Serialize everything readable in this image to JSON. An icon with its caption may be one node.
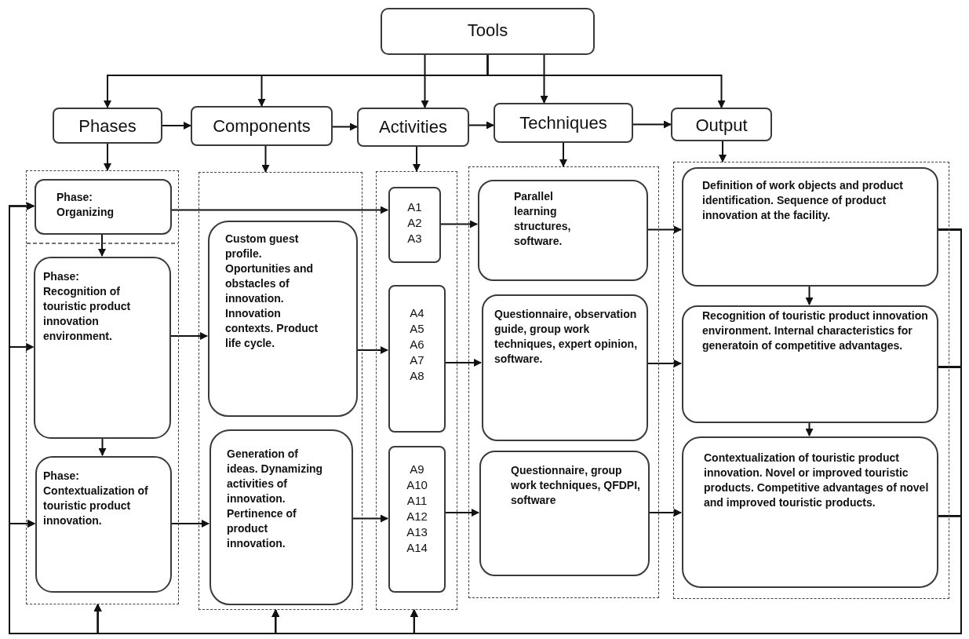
{
  "diagram": {
    "nodes": [
      {
        "text": [
          "Tools"
        ]
      },
      {
        "text": [
          "Phases"
        ]
      },
      {
        "text": [
          "Components"
        ]
      },
      {
        "text": [
          "Activities"
        ]
      },
      {
        "text": [
          "Techniques"
        ]
      },
      {
        "text": [
          "Output"
        ]
      },
      {
        "text": [],
        "shape": "box"
      },
      {
        "text": [
          "Phase:",
          "Organizing"
        ],
        "in": 6
      },
      {
        "text": [
          "Phase:",
          "Recognition of touristic product innovation environment."
        ],
        "in": 6
      },
      {
        "text": [
          "Phase:",
          "Contextualization of touristic product innovation."
        ],
        "in": 6
      },
      {
        "text": [],
        "shape": "box"
      },
      {
        "text": [
          "Custom guest profile. Oportunities and obstacles of innovation. Innovation contexts. Product life cycle."
        ],
        "in": 10
      },
      {
        "text": [
          "Generation of ideas. Dynamizing activities of innovation. Pertinence of product innovation."
        ],
        "in": 10
      },
      {
        "text": [],
        "shape": "box"
      },
      {
        "text": [
          "A1",
          "A2",
          "A3"
        ],
        "in": 13
      },
      {
        "text": [
          "A4",
          "A5",
          "A6",
          "A7",
          "A8"
        ],
        "in": 13
      },
      {
        "text": [
          "A9",
          "A10",
          "A11",
          "A12",
          "A13",
          "A14"
        ],
        "in": 13
      },
      {
        "text": [],
        "shape": "box"
      },
      {
        "text": [
          "Parallel learning structures, software."
        ],
        "in": 17
      },
      {
        "text": [
          "Questionnaire, observation guide, group work techniques, expert opinion, software."
        ],
        "in": 17
      },
      {
        "text": [
          "Questionnaire, group work techniques, QFDPI, software"
        ],
        "in": 17
      },
      {
        "text": [],
        "shape": "box"
      },
      {
        "text": [
          "Definition of work objects and product identification. Sequence of product innovation at the facility."
        ],
        "in": 21
      },
      {
        "text": [
          "Recognition of touristic product innovation environment. Internal characteristics for generatoin of competitive advantages."
        ],
        "in": 21
      },
      {
        "text": [
          "Contextualization of touristic product innovation. Novel or improved touristic products. Competitive advantages of novel and improved touristic products."
        ],
        "in": 21
      }
    ],
    "edges": [
      {
        "from": 0,
        "to": 1,
        "arrow": "to"
      },
      {
        "from": 0,
        "to": 2,
        "arrow": "to"
      },
      {
        "from": 0,
        "to": 3,
        "arrow": "to"
      },
      {
        "from": 0,
        "to": 4,
        "arrow": "to"
      },
      {
        "from": 0,
        "to": 5,
        "arrow": "to"
      },
      {
        "from": 1,
        "to": 2,
        "arrow": "to"
      },
      {
        "from": 2,
        "to": 3,
        "arrow": "to"
      },
      {
        "from": 3,
        "to": 4,
        "arrow": "to"
      },
      {
        "from": 4,
        "to": 5,
        "arrow": "to"
      },
      {
        "from": 1,
        "to": 6,
        "arrow": "to"
      },
      {
        "from": 2,
        "to": 10,
        "arrow": "to"
      },
      {
        "from": 3,
        "to": 13,
        "arrow": "to"
      },
      {
        "from": 4,
        "to": 17,
        "arrow": "to"
      },
      {
        "from": 5,
        "to": 21,
        "arrow": "to"
      },
      {
        "from": 7,
        "to": 14,
        "arrow": "to"
      },
      {
        "from": 14,
        "to": 18,
        "arrow": "to"
      },
      {
        "from": 18,
        "to": 22,
        "arrow": "to"
      },
      {
        "from": 8,
        "to": 11,
        "arrow": "to"
      },
      {
        "from": 11,
        "to": 15,
        "arrow": "to"
      },
      {
        "from": 15,
        "to": 19,
        "arrow": "to"
      },
      {
        "from": 19,
        "to": 23,
        "arrow": "to"
      },
      {
        "from": 9,
        "to": 12,
        "arrow": "to"
      },
      {
        "from": 12,
        "to": 16,
        "arrow": "to"
      },
      {
        "from": 16,
        "to": 20,
        "arrow": "to"
      },
      {
        "from": 20,
        "to": 24,
        "arrow": "to"
      },
      {
        "from": 7,
        "to": 8,
        "arrow": "to"
      },
      {
        "from": 8,
        "to": 9,
        "arrow": "to"
      },
      {
        "from": 22,
        "to": 23,
        "arrow": "to"
      },
      {
        "from": 23,
        "to": 24,
        "arrow": "to"
      },
      {
        "from": 22,
        "to": 7,
        "arrow": "to"
      },
      {
        "from": 22,
        "to": 8,
        "arrow": "to"
      },
      {
        "from": 22,
        "to": 9,
        "arrow": "to"
      },
      {
        "from": 22,
        "to": 6,
        "arrow": "to"
      },
      {
        "from": 22,
        "to": 10,
        "arrow": "to"
      },
      {
        "from": 22,
        "to": 13,
        "arrow": "to"
      },
      {
        "from": 23,
        "to": 7,
        "arrow": "to"
      },
      {
        "from": 23,
        "to": 8,
        "arrow": "to"
      },
      {
        "from": 23,
        "to": 9,
        "arrow": "to"
      },
      {
        "from": 23,
        "to": 6,
        "arrow": "to"
      },
      {
        "from": 23,
        "to": 10,
        "arrow": "to"
      },
      {
        "from": 23,
        "to": 13,
        "arrow": "to"
      },
      {
        "from": 24,
        "to": 7,
        "arrow": "to"
      },
      {
        "from": 24,
        "to": 8,
        "arrow": "to"
      },
      {
        "from": 24,
        "to": 9,
        "arrow": "to"
      },
      {
        "from": 24,
        "to": 6,
        "arrow": "to"
      },
      {
        "from": 24,
        "to": 10,
        "arrow": "to"
      },
      {
        "from": 24,
        "to": 13,
        "arrow": "to"
      }
    ]
  }
}
